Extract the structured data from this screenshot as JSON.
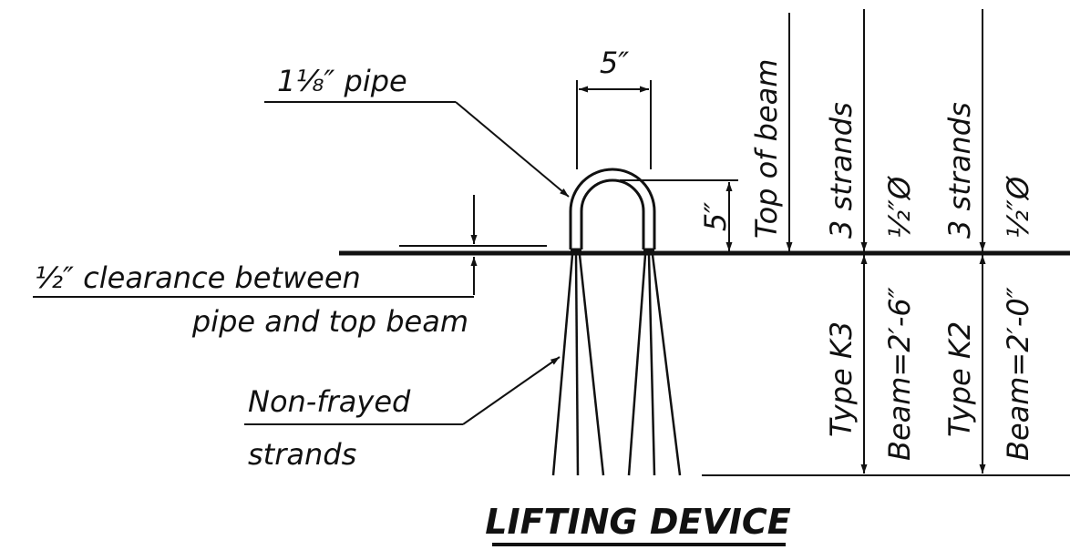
{
  "title": "LIFTING DEVICE",
  "callouts": {
    "pipe": "1⅛″ pipe",
    "pipe_width": "5″",
    "loop_height": "5″",
    "clearance_line1": "½″ clearance between",
    "clearance_line2": "pipe and top beam",
    "strands_line1": "Non-frayed",
    "strands_line2": "strands"
  },
  "reference": {
    "top_of_beam": "Top of beam"
  },
  "beam_types": [
    {
      "strands": "3 strands",
      "strand_size": "½″Ø",
      "type": "Type K3",
      "beam": "Beam=2′-6″"
    },
    {
      "strands": "3 strands",
      "strand_size": "½″Ø",
      "type": "Type K2",
      "beam": "Beam=2′-0″"
    }
  ],
  "colors": {
    "ink": "#111111",
    "paper": "#ffffff"
  }
}
